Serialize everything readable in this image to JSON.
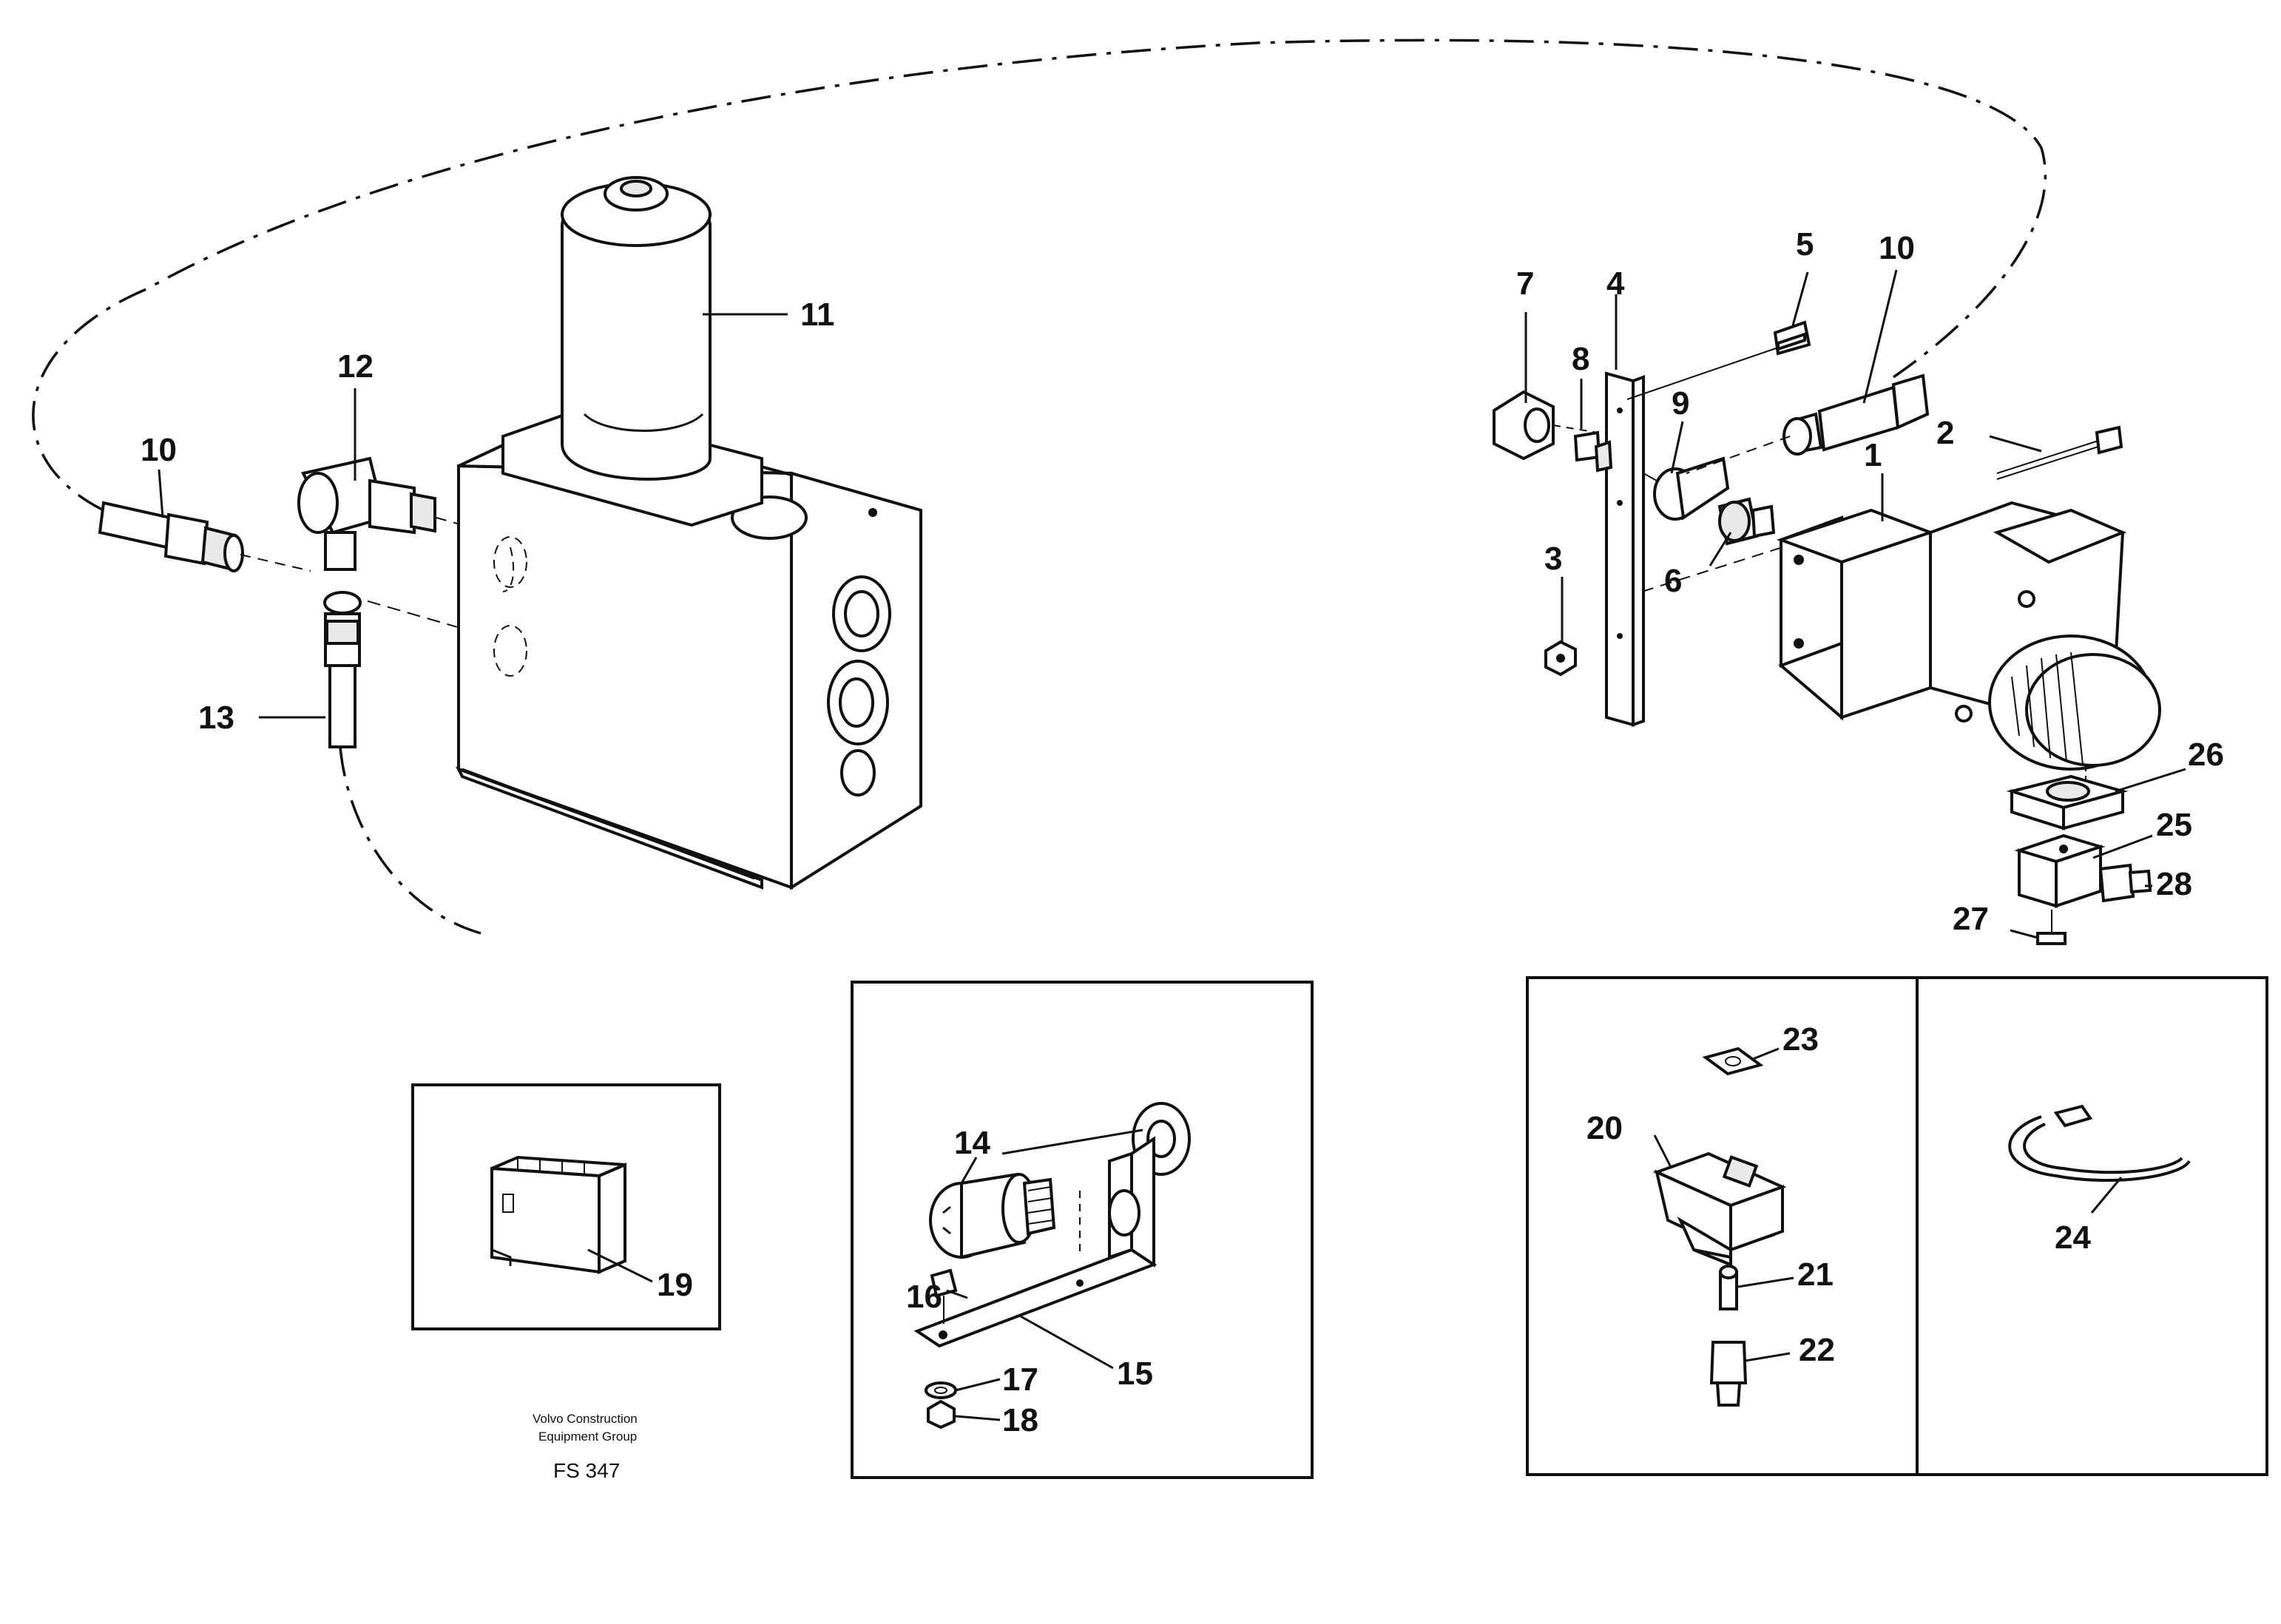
{
  "diagram": {
    "callouts": [
      "1",
      "2",
      "3",
      "4",
      "5",
      "6",
      "7",
      "8",
      "9",
      "10",
      "10",
      "11",
      "12",
      "13",
      "14",
      "15",
      "16",
      "17",
      "18",
      "19",
      "20",
      "21",
      "22",
      "23",
      "24",
      "25",
      "26",
      "27",
      "28"
    ]
  },
  "footer": {
    "company_line1": "Volvo Construction",
    "company_line2": "Equipment Group",
    "figure_ref": "FS 347"
  }
}
